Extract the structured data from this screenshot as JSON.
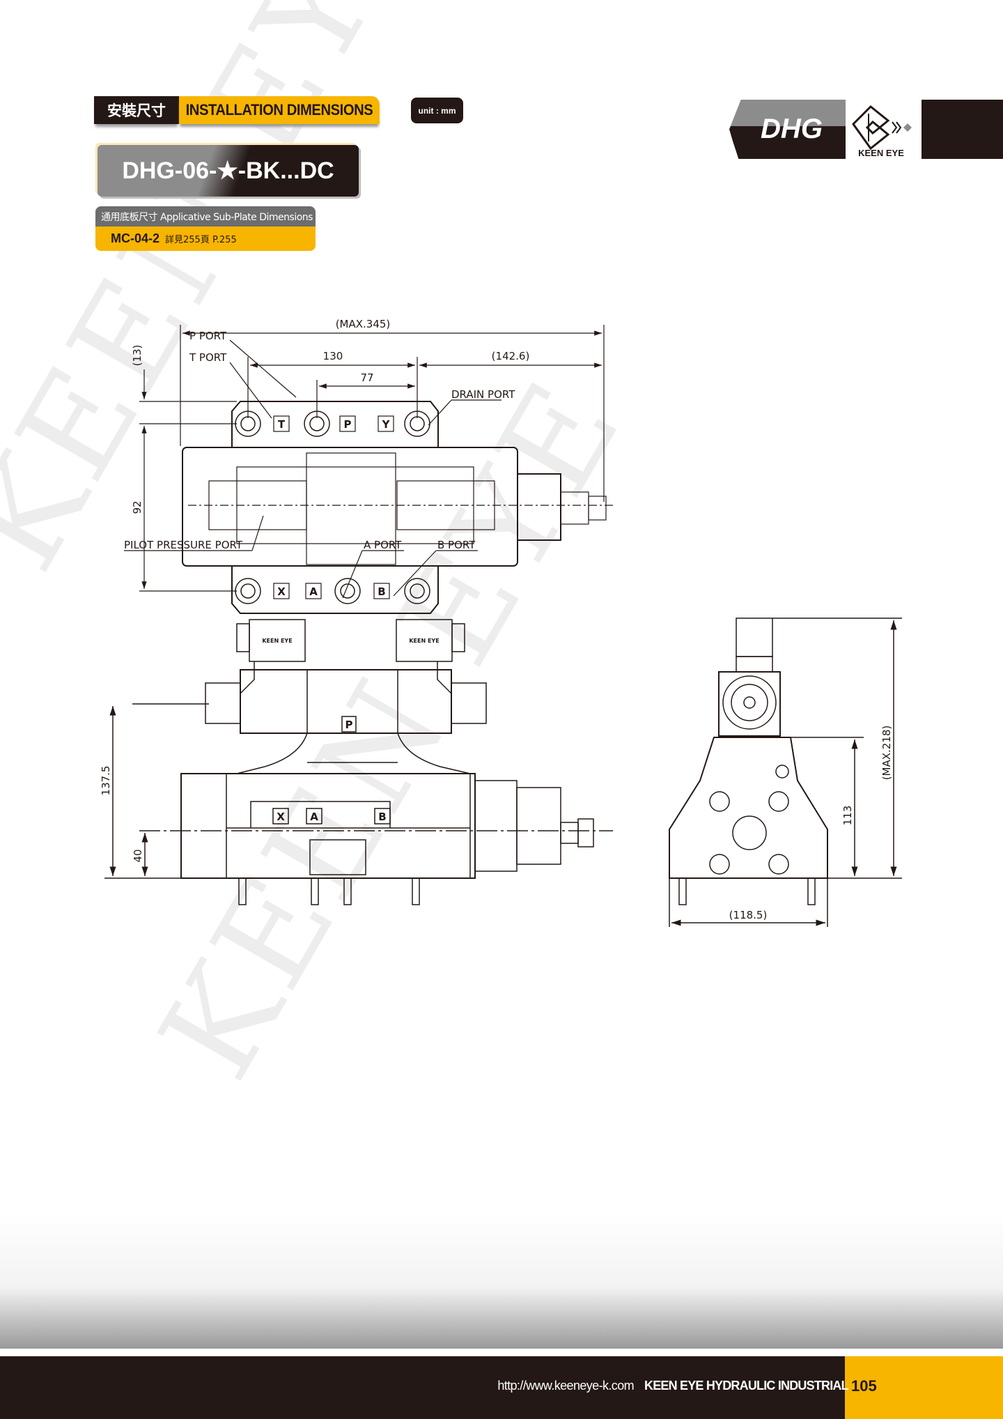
{
  "header": {
    "title_zh": "安裝尺寸",
    "title_en": "INSTALLATION DIMENSIONS",
    "unit": "unit : mm"
  },
  "model": "DHG-06-★-BK...DC",
  "subplate": {
    "label": "通用底板尺寸 Applicative Sub-Plate Dimensions",
    "model": "MC-04-2",
    "ref": "詳見255頁  P.255"
  },
  "brand": {
    "series": "DHG",
    "logo_text": "KEEN EYE"
  },
  "watermark": "KEEN EYE",
  "top_view": {
    "dims": {
      "max_len": "(MAX.345)",
      "d130": "130",
      "d142": "(142.6)",
      "d77": "77",
      "d13": "(13)",
      "d92": "92"
    },
    "labels": {
      "p_port": "P PORT",
      "t_port": "T PORT",
      "drain_port": "DRAIN PORT",
      "pilot_port": "PILOT PRESSURE PORT",
      "a_port": "A PORT",
      "b_port": "B PORT"
    },
    "symbols": {
      "x": "X",
      "a": "A",
      "b": "B",
      "t": "T",
      "p": "P",
      "y": "Y"
    }
  },
  "front_view": {
    "dims": {
      "d137": "137.5",
      "d40": "40"
    },
    "coil_label": "KEEN EYE",
    "symbols": {
      "p": "P",
      "x": "X",
      "a": "A",
      "b": "B"
    }
  },
  "side_view": {
    "dims": {
      "max_h": "(MAX.218)",
      "d113": "113",
      "d118": "(118.5)"
    }
  },
  "footer": {
    "url": "http://www.keeneye-k.com",
    "company": "KEEN EYE HYDRAULIC INDUSTRIAL",
    "page": "105"
  },
  "colors": {
    "accent": "#f7b500",
    "dark": "#231815",
    "gray": "#8c8c8c"
  }
}
